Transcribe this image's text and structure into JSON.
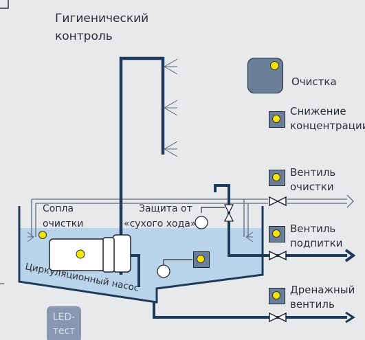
{
  "title": "Гигиенический\nконтроль",
  "labels": {
    "cleaning_main": "Очистка",
    "conc_reduction_1": "Снижение",
    "conc_reduction_2": "концентрации",
    "clean_valve_1": "Вентиль",
    "clean_valve_2": "очистки",
    "fill_valve_1": "Вентиль",
    "fill_valve_2": "подпитки",
    "drain_valve_1": "Дренажный",
    "drain_valve_2": "вентиль",
    "nozzles_1": "Сопла",
    "nozzles_2": "очистки",
    "dryrun_1": "Защита от",
    "dryrun_2": "«сухого хода»",
    "pump": "Циркуляционный насос",
    "led_1": "LED-",
    "led_2": "тест"
  },
  "colors": {
    "background": "#e8e9eb",
    "water": "#b9d4ea",
    "pipe": "#1d3a5a",
    "button": "#6b7f99",
    "indicator": "#f5e400"
  }
}
